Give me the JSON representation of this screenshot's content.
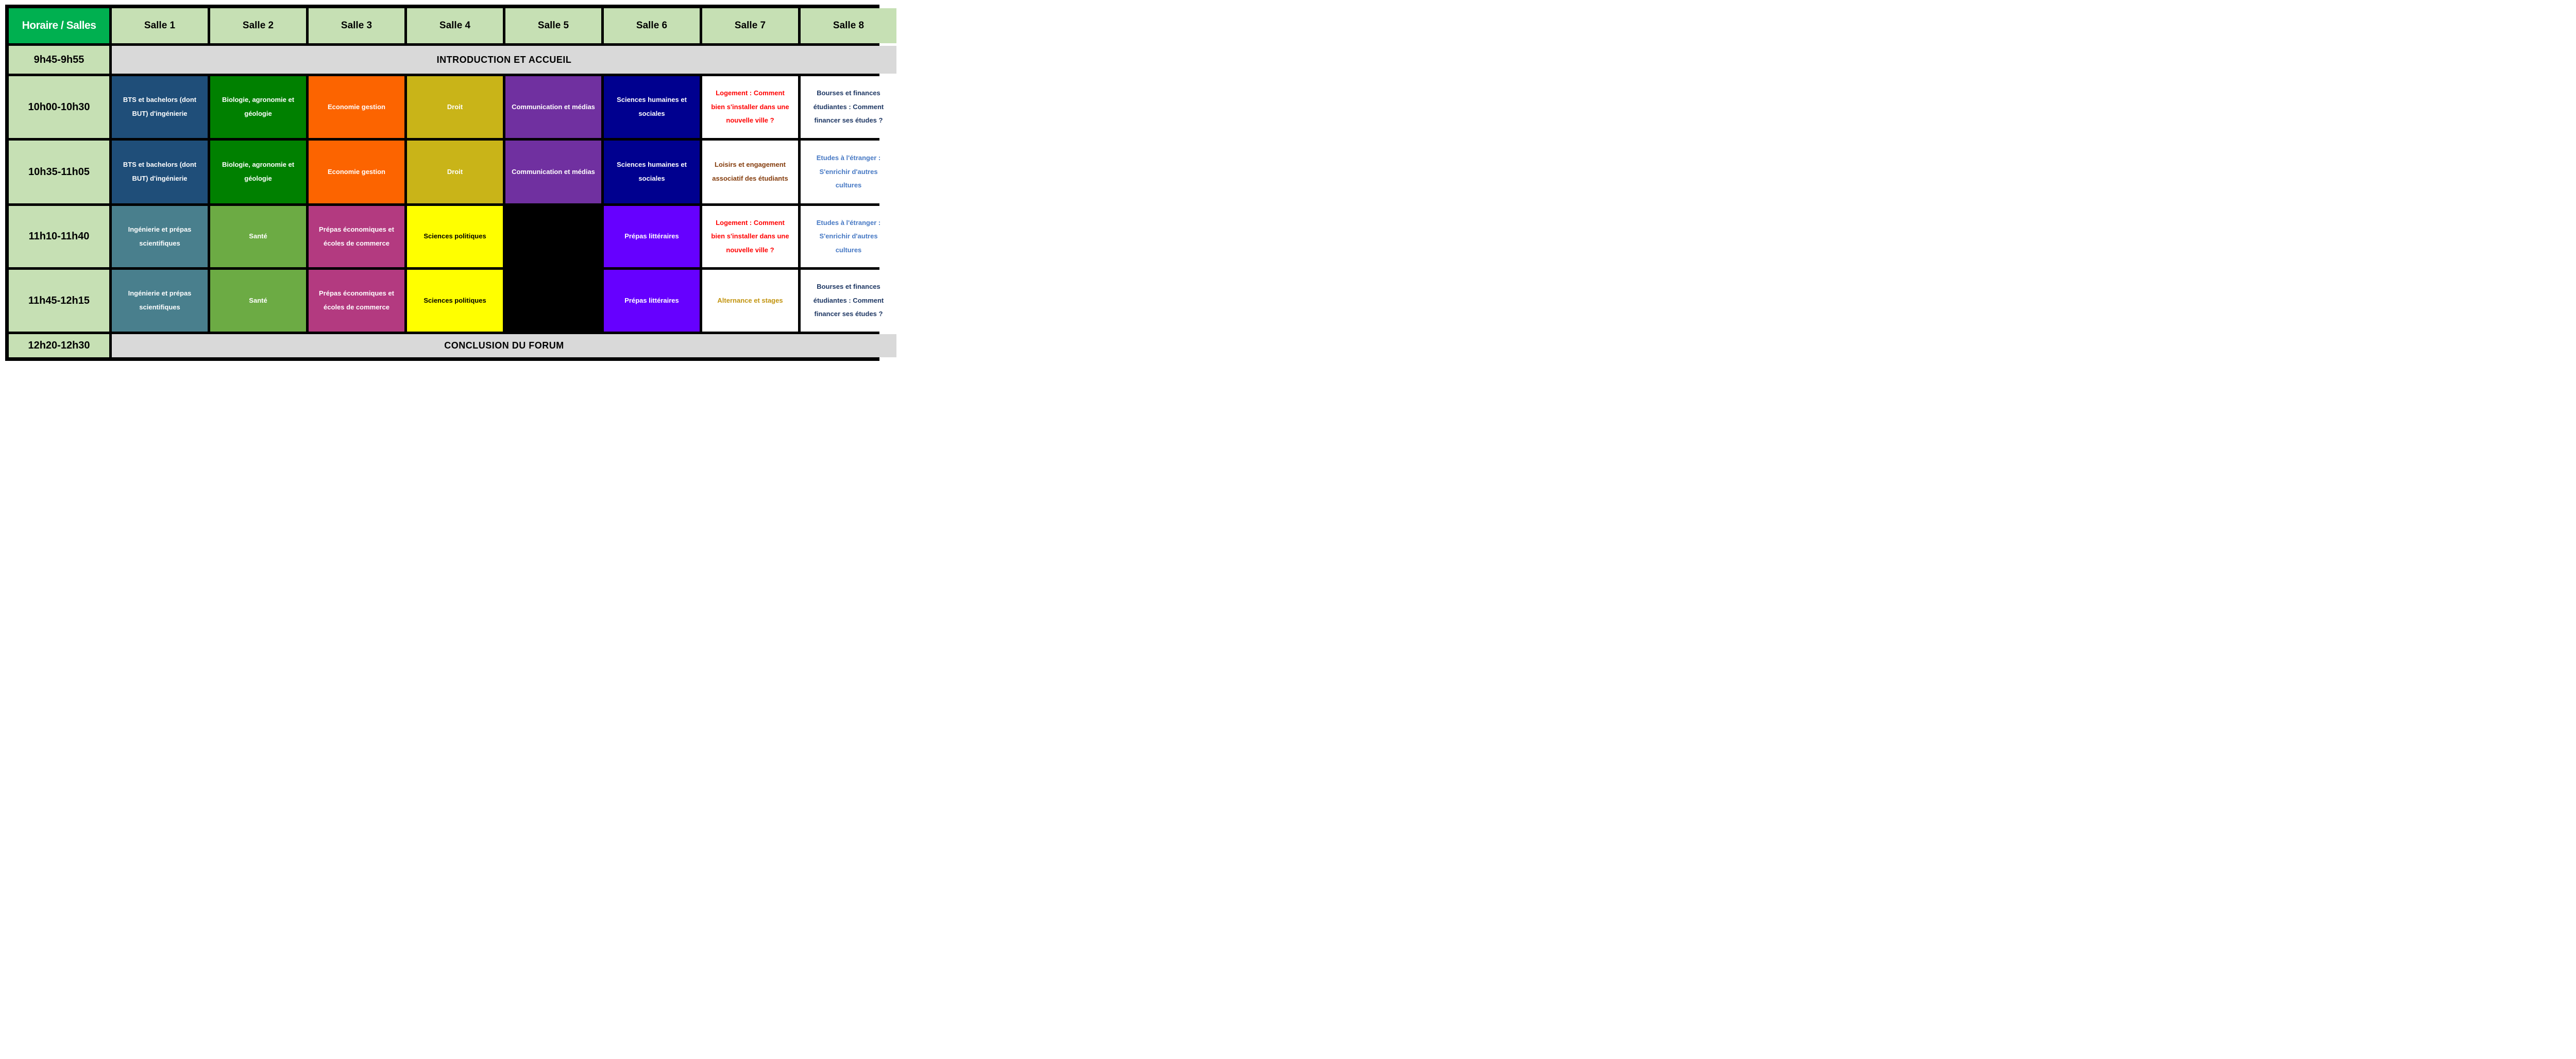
{
  "table": {
    "corner_label": "Horaire / Salles",
    "corner_bg": "#00B050",
    "corner_fg": "#FFFFFF",
    "room_header_bg": "#C6E0B4",
    "room_header_fg": "#000000",
    "time_col_bg": "#C6E0B4",
    "time_col_fg": "#000000",
    "rooms": [
      "Salle 1",
      "Salle 2",
      "Salle 3",
      "Salle 4",
      "Salle 5",
      "Salle 6",
      "Salle 7",
      "Salle 8"
    ]
  },
  "rows": [
    {
      "time": "9h45-9h55",
      "span_label": "INTRODUCTION ET ACCUEIL",
      "span_bg": "#D9D9D9",
      "span_fg": "#000000"
    },
    {
      "time": "10h00-10h30",
      "cells": [
        {
          "text": "BTS et bachelors (dont BUT) d'ingénierie",
          "bg": "#1F4E79",
          "fg": "#FFFFFF"
        },
        {
          "text": "Biologie, agronomie et géologie",
          "bg": "#008000",
          "fg": "#FFFFFF"
        },
        {
          "text": "Economie gestion",
          "bg": "#FC6400",
          "fg": "#FFFFFF"
        },
        {
          "text": "Droit",
          "bg": "#C9B418",
          "fg": "#FFFFFF"
        },
        {
          "text": "Communication et médias",
          "bg": "#7030A0",
          "fg": "#FFFFFF"
        },
        {
          "text": "Sciences humaines et sociales",
          "bg": "#00008F",
          "fg": "#FFFFFF"
        },
        {
          "text": "Logement : Comment bien s'installer dans une nouvelle ville ?",
          "bg": "#FFFFFF",
          "fg": "#FF0000"
        },
        {
          "text": "Bourses et finances étudiantes : Comment financer ses études ?",
          "bg": "#FFFFFF",
          "fg": "#1F3864"
        }
      ]
    },
    {
      "time": "10h35-11h05",
      "cells": [
        {
          "text": "BTS et bachelors (dont BUT) d'ingénierie",
          "bg": "#1F4E79",
          "fg": "#FFFFFF"
        },
        {
          "text": "Biologie, agronomie et géologie",
          "bg": "#008000",
          "fg": "#FFFFFF"
        },
        {
          "text": "Economie gestion",
          "bg": "#FC6400",
          "fg": "#FFFFFF"
        },
        {
          "text": "Droit",
          "bg": "#C9B418",
          "fg": "#FFFFFF"
        },
        {
          "text": "Communication et médias",
          "bg": "#7030A0",
          "fg": "#FFFFFF"
        },
        {
          "text": "Sciences humaines et sociales",
          "bg": "#00008F",
          "fg": "#FFFFFF"
        },
        {
          "text": "Loisirs et engagement associatif des étudiants",
          "bg": "#FFFFFF",
          "fg": "#843C0C"
        },
        {
          "text": "Etudes à l'étranger : S'enrichir d'autres cultures",
          "bg": "#FFFFFF",
          "fg": "#4779C4"
        }
      ]
    },
    {
      "time": "11h10-11h40",
      "cells": [
        {
          "text": "Ingénierie et prépas scientifiques",
          "bg": "#497F8D",
          "fg": "#FFFFFF"
        },
        {
          "text": "Santé",
          "bg": "#6CAB44",
          "fg": "#FFFFFF"
        },
        {
          "text": "Prépas économiques et écoles de commerce",
          "bg": "#B33A80",
          "fg": "#FFFFFF"
        },
        {
          "text": "Sciences politiques",
          "bg": "#FFFF00",
          "fg": "#000000"
        },
        {
          "text": "",
          "bg": "#000000",
          "fg": "#FFFFFF"
        },
        {
          "text": "Prépas littéraires",
          "bg": "#6600FF",
          "fg": "#FFFFFF"
        },
        {
          "text": "Logement : Comment bien s'installer dans une nouvelle ville ?",
          "bg": "#FFFFFF",
          "fg": "#FF0000"
        },
        {
          "text": "Etudes à l'étranger : S'enrichir d'autres cultures",
          "bg": "#FFFFFF",
          "fg": "#4779C4"
        }
      ]
    },
    {
      "time": "11h45-12h15",
      "cells": [
        {
          "text": "Ingénierie et prépas scientifiques",
          "bg": "#497F8D",
          "fg": "#FFFFFF"
        },
        {
          "text": "Santé",
          "bg": "#6CAB44",
          "fg": "#FFFFFF"
        },
        {
          "text": "Prépas économiques et écoles de commerce",
          "bg": "#B33A80",
          "fg": "#FFFFFF"
        },
        {
          "text": "Sciences politiques",
          "bg": "#FFFF00",
          "fg": "#000000"
        },
        {
          "text": "",
          "bg": "#000000",
          "fg": "#FFFFFF"
        },
        {
          "text": "Prépas littéraires",
          "bg": "#6600FF",
          "fg": "#FFFFFF"
        },
        {
          "text": "Alternance et stages",
          "bg": "#FFFFFF",
          "fg": "#C2940F"
        },
        {
          "text": "Bourses et finances étudiantes : Comment financer ses études ?",
          "bg": "#FFFFFF",
          "fg": "#1F3864"
        }
      ]
    },
    {
      "time": "12h20-12h30",
      "span_label": "CONCLUSION DU FORUM",
      "span_bg": "#D9D9D9",
      "span_fg": "#000000"
    }
  ]
}
